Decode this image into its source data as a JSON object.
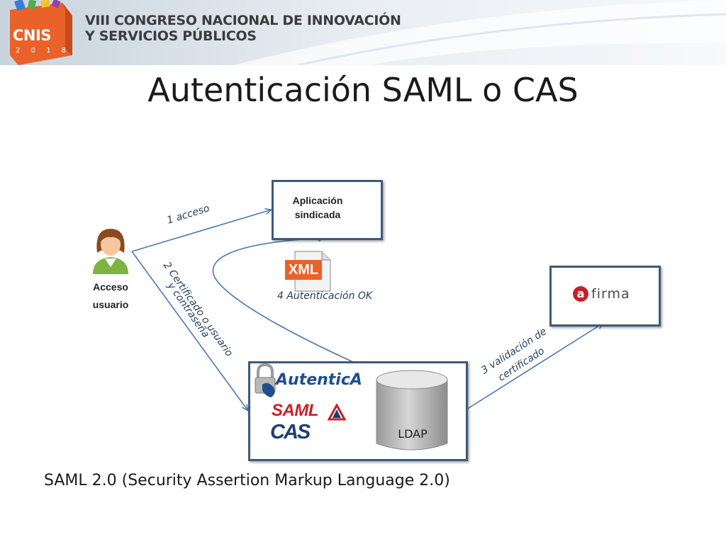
{
  "header": {
    "logo_text": "CNIS",
    "logo_year": "2 0 1 8",
    "congress_line1": "VIII CONGRESO NACIONAL DE INNOVACIÓN",
    "congress_line2": "Y SERVICIOS PÚBLICOS"
  },
  "title": "Autenticación SAML o CAS",
  "diagram": {
    "user_label_line1": "Acceso",
    "user_label_line2": "usuario",
    "app_label_line1": "Aplicación",
    "app_label_line2": "sindicada",
    "xml_badge": "XML",
    "auth_ok_label": "4 Autenticación OK",
    "step1_label": "1 acceso",
    "step2_label_line1": "2 Certificado  o usuario",
    "step2_label_line2": "y contraseña",
    "step3_label_line1": "3 validación de",
    "step3_label_line2": "certificado",
    "autentica_label": "AutenticA",
    "saml_label": "SAML",
    "cas_label": "CAS",
    "ldap_label": "LDAP",
    "afirma_label": "firma",
    "afirma_mark": "a"
  },
  "caption": "SAML 2.0 (Security Assertion Markup Language 2.0)",
  "colors": {
    "box_border": "#3d5a7a",
    "arrow": "#4a7ab0",
    "logo_orange": "#e8622a",
    "saml_red": "#c8202a",
    "cas_blue": "#1e3f6e"
  }
}
